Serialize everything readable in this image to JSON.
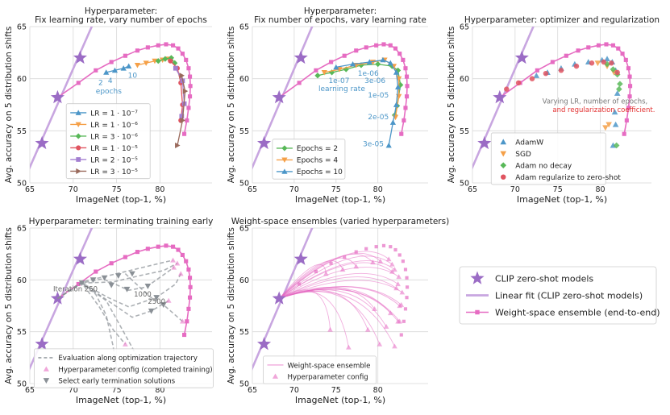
{
  "colors": {
    "clip": "#9b6cc5",
    "fit": "#c8a6e0",
    "wse": "#e66cc2",
    "lr1": "#4c96c8",
    "lr2": "#f5a048",
    "lr3": "#58b858",
    "lr4": "#e05460",
    "lr5": "#a37ed0",
    "lr6": "#9a6a5c",
    "gray": "#8a9096",
    "note": "#e23030"
  },
  "axes": {
    "xlabel": "ImageNet (top-1, %)",
    "ylabel": "Avg. accuracy on 5 distribution shifts",
    "xticks": [
      65,
      70,
      75,
      80
    ],
    "yticks": [
      50,
      55,
      60,
      65
    ],
    "xlim": [
      65,
      86
    ],
    "ylim": [
      50,
      65
    ]
  },
  "chart_data": [
    {
      "type": "line",
      "title": "Hyperparameter:\nFix learning rate, vary number of epochs",
      "clip_zero_shot": [
        [
          66.4,
          53.8
        ],
        [
          68.2,
          58.2
        ],
        [
          70.8,
          62.0
        ]
      ],
      "linear_fit": [
        [
          64.2,
          50.0
        ],
        [
          73.2,
          67.0
        ]
      ],
      "wse_curve": [
        [
          68.2,
          58.2
        ],
        [
          70.6,
          59.6
        ],
        [
          72.6,
          60.8
        ],
        [
          74.4,
          61.6
        ],
        [
          76,
          62.2
        ],
        [
          77.4,
          62.7
        ],
        [
          78.6,
          63.0
        ],
        [
          79.8,
          63.2
        ],
        [
          80.7,
          63.3
        ],
        [
          81.5,
          63.2
        ],
        [
          82.1,
          62.9
        ],
        [
          82.6,
          62.4
        ],
        [
          83.0,
          61.8
        ],
        [
          83.3,
          61.0
        ],
        [
          83.45,
          60.2
        ],
        [
          83.5,
          59.3
        ],
        [
          83.45,
          58.3
        ],
        [
          83.3,
          57.2
        ],
        [
          83.1,
          56.0
        ],
        [
          82.8,
          54.7
        ]
      ],
      "series": [
        {
          "name": "LR = 1 · 10⁻⁷",
          "color_key": "lr1",
          "points": [
            [
              73.8,
              60.6
            ],
            [
              74.8,
              60.8
            ],
            [
              75.8,
              61.0
            ],
            [
              76.4,
              61.2
            ]
          ]
        },
        {
          "name": "LR = 1 · 10⁻⁶",
          "color_key": "lr2",
          "points": [
            [
              77.4,
              61.3
            ],
            [
              78.4,
              61.5
            ],
            [
              79.4,
              61.7
            ],
            [
              80.3,
              61.8
            ],
            [
              81.0,
              61.9
            ]
          ]
        },
        {
          "name": "LR = 3 · 10⁻⁶",
          "color_key": "lr3",
          "points": [
            [
              79.8,
              61.7
            ],
            [
              80.6,
              61.9
            ],
            [
              81.3,
              62.0
            ],
            [
              81.7,
              61.5
            ]
          ]
        },
        {
          "name": "LR = 1 · 10⁻⁵",
          "color_key": "lr4",
          "points": [
            [
              81.2,
              61.7
            ],
            [
              82.0,
              61.0
            ],
            [
              82.4,
              59.6
            ],
            [
              82.6,
              57.5
            ],
            [
              82.4,
              56.0
            ]
          ]
        },
        {
          "name": "LR = 2 · 10⁻⁵",
          "color_key": "lr5",
          "points": [
            [
              81.8,
              61.0
            ],
            [
              82.6,
              59.8
            ],
            [
              82.8,
              57.6
            ],
            [
              82.5,
              56.4
            ]
          ]
        },
        {
          "name": "LR = 3 · 10⁻⁵",
          "color_key": "lr6",
          "points": [
            [
              82.5,
              60.3
            ],
            [
              82.9,
              58.8
            ],
            [
              82.6,
              56.0
            ],
            [
              82.0,
              53.6
            ]
          ]
        }
      ],
      "annotations": [
        "2",
        "4",
        "10",
        "epochs"
      ]
    },
    {
      "type": "line",
      "title": "Hyperparameter:\nFix number of epochs, vary learning rate",
      "series": [
        {
          "name": "Epochs = 2",
          "color_key": "lr3",
          "points": [
            [
              72.8,
              60.3
            ],
            [
              74.5,
              60.6
            ],
            [
              76.2,
              60.9
            ],
            [
              78.0,
              61.3
            ],
            [
              80.0,
              61.4
            ],
            [
              81.7,
              61.2
            ],
            [
              82.4,
              60.8
            ],
            [
              82.7,
              59.4
            ],
            [
              82.3,
              57.4
            ],
            [
              82.0,
              56.5
            ]
          ]
        },
        {
          "name": "Epochs = 4",
          "color_key": "lr2",
          "points": [
            [
              73.6,
              60.6
            ],
            [
              75.4,
              60.9
            ],
            [
              77.4,
              61.3
            ],
            [
              79.4,
              61.6
            ],
            [
              80.8,
              61.8
            ],
            [
              81.9,
              61.2
            ],
            [
              82.5,
              60.0
            ],
            [
              82.5,
              58.3
            ],
            [
              82.1,
              56.3
            ]
          ]
        },
        {
          "name": "Epochs = 10",
          "color_key": "lr1",
          "points": [
            [
              75.0,
              61.1
            ],
            [
              77.0,
              61.4
            ],
            [
              79.0,
              61.6
            ],
            [
              80.6,
              61.8
            ],
            [
              81.5,
              61.5
            ],
            [
              82.2,
              60.6
            ],
            [
              82.4,
              59.2
            ],
            [
              82.2,
              57.5
            ],
            [
              81.8,
              55.8
            ],
            [
              81.3,
              53.6
            ]
          ]
        }
      ],
      "annotations": [
        "1e-07",
        "learning rate",
        "1e-06",
        "3e-06",
        "1e-05",
        "2e-05",
        "3e-05"
      ]
    },
    {
      "type": "scatter",
      "title": "Hyperparameter: optimizer and regularization",
      "series": [
        {
          "name": "AdamW",
          "color_key": "lr1",
          "marker": "tri-up",
          "points": [
            [
              72.5,
              60.3
            ],
            [
              73.8,
              60.6
            ],
            [
              75.4,
              61.0
            ],
            [
              77.0,
              61.4
            ],
            [
              78.6,
              61.6
            ],
            [
              80.2,
              61.8
            ],
            [
              80.8,
              61.9
            ],
            [
              81.4,
              61.6
            ],
            [
              81.8,
              60.8
            ],
            [
              82.0,
              58.6
            ],
            [
              81.7,
              56.8
            ],
            [
              81.8,
              55.6
            ],
            [
              81.5,
              53.6
            ]
          ]
        },
        {
          "name": "SGD",
          "color_key": "lr2",
          "marker": "tri-down",
          "points": [
            [
              79.7,
              61.5
            ],
            [
              80.8,
              61.2
            ],
            [
              81.6,
              60.6
            ],
            [
              81.0,
              55.6
            ],
            [
              80.6,
              55.3
            ]
          ]
        },
        {
          "name": "Adam no decay",
          "color_key": "lr3",
          "marker": "diamond",
          "points": [
            [
              80.8,
              61.4
            ],
            [
              81.5,
              60.9
            ],
            [
              82.0,
              60.4
            ],
            [
              82.3,
              59.5
            ],
            [
              82.2,
              59.0
            ],
            [
              81.9,
              53.6
            ]
          ]
        },
        {
          "name": "Adam regularize to zero-shot",
          "color_key": "lr4",
          "marker": "circle",
          "points": [
            [
              69.0,
              59.0
            ],
            [
              70.4,
              59.6
            ],
            [
              72.0,
              60.0
            ],
            [
              73.6,
              60.5
            ],
            [
              75.4,
              60.8
            ],
            [
              77.2,
              61.2
            ],
            [
              79.0,
              61.5
            ],
            [
              80.4,
              61.6
            ],
            [
              81.3,
              61.5
            ],
            [
              82.0,
              60.6
            ]
          ]
        }
      ],
      "annotations": [
        "Varying LR, number of epochs,",
        "and regularization coefficient."
      ]
    },
    {
      "type": "line",
      "title": "Hyperparameter: terminating training early",
      "series": [
        {
          "name": "Evaluation along optimization trajectory",
          "color_key": "gray",
          "style": "dashed"
        },
        {
          "name": "Hyperparameter config (completed training)",
          "color_key": "wse",
          "marker": "tri-up"
        },
        {
          "name": "Select early termination solutions",
          "color_key": "gray",
          "marker": "tri-down"
        }
      ],
      "early_points": [
        [
          71.0,
          59.7
        ],
        [
          72.3,
          60.0
        ],
        [
          73.6,
          60.2
        ],
        [
          75.2,
          60.4
        ],
        [
          76.8,
          60.6
        ],
        [
          74.4,
          59.5
        ],
        [
          76.2,
          59.1
        ],
        [
          78.6,
          59.4
        ],
        [
          79.6,
          58.3
        ],
        [
          79.0,
          57.0
        ],
        [
          80.4,
          57.6
        ],
        [
          75.0,
          51.3
        ]
      ],
      "annotations": [
        "Iteration 250",
        "1000",
        "2500"
      ]
    },
    {
      "type": "line",
      "title": "Weight-space ensembles (varied hyperparameters)",
      "series": [
        {
          "name": "Weight-space ensemble",
          "color_key": "wse",
          "style": "line"
        },
        {
          "name": "Hyperparameter config",
          "color_key": "wse",
          "marker": "tri-up"
        }
      ],
      "config_points": [
        [
          73.8,
          60.6
        ],
        [
          75.8,
          61.0
        ],
        [
          77.4,
          61.3
        ],
        [
          79.4,
          61.7
        ],
        [
          80.3,
          61.8
        ],
        [
          81.3,
          62.0
        ],
        [
          81.7,
          61.5
        ],
        [
          82.0,
          61.0
        ],
        [
          82.4,
          59.6
        ],
        [
          82.6,
          57.5
        ],
        [
          82.4,
          56.0
        ],
        [
          82.5,
          60.3
        ],
        [
          82.9,
          58.8
        ],
        [
          82.6,
          56.0
        ],
        [
          82.0,
          53.6
        ],
        [
          81.5,
          56.8
        ],
        [
          79.6,
          57.2
        ],
        [
          81.0,
          55.5
        ],
        [
          80.2,
          53.8
        ],
        [
          78.8,
          55.2
        ],
        [
          76.5,
          53.5
        ],
        [
          74.3,
          55.2
        ],
        [
          81.7,
          60.8
        ],
        [
          82.2,
          59.2
        ],
        [
          82.8,
          57.6
        ]
      ]
    }
  ],
  "legend_main": [
    {
      "label": "CLIP zero-shot models",
      "kind": "star"
    },
    {
      "label": "Linear fit (CLIP zero-shot models)",
      "kind": "fit"
    },
    {
      "label": "Weight-space ensemble (end-to-end)",
      "kind": "wse"
    }
  ]
}
